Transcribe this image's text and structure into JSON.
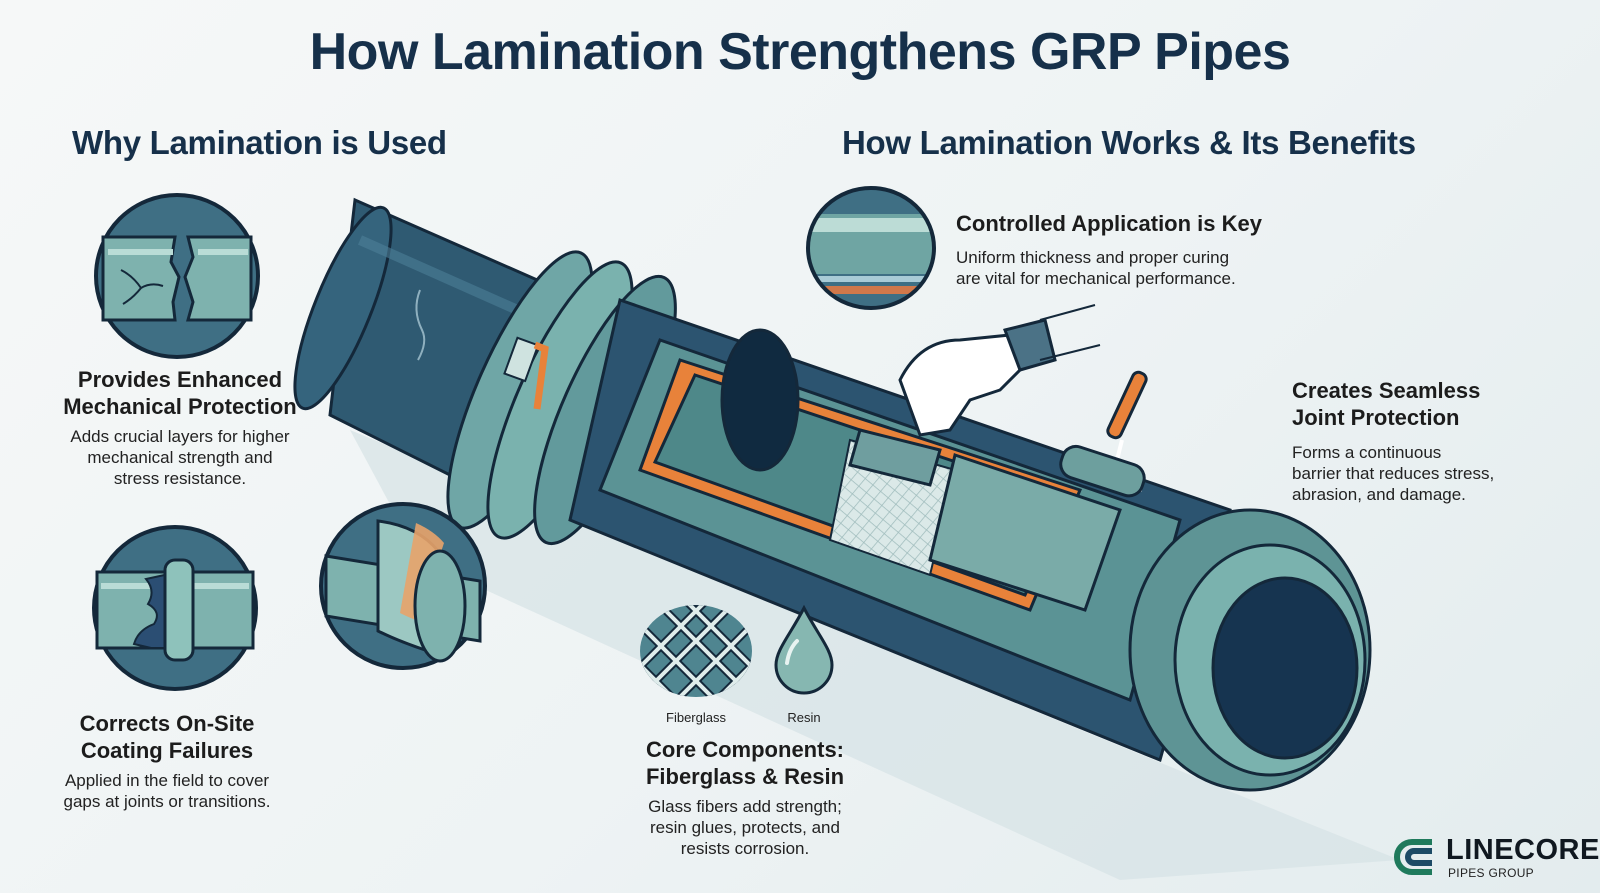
{
  "title": "How Lamination Strengthens GRP Pipes",
  "left_section": {
    "heading": "Why Lamination is Used",
    "items": [
      {
        "icon": "cracked-pipe-icon",
        "title_line1": "Provides Enhanced",
        "title_line2": "Mechanical Protection",
        "desc_line1": "Adds crucial layers for higher",
        "desc_line2": "mechanical strength and",
        "desc_line3": "stress resistance."
      },
      {
        "icon": "damaged-coating-joint-icon",
        "title_line1": "Corrects On-Site",
        "title_line2": "Coating Failures",
        "desc_line1": "Applied in the field to cover",
        "desc_line2": "gaps at joints or transitions."
      },
      {
        "icon": "wrapped-joint-icon"
      }
    ]
  },
  "right_section": {
    "heading": "How Lamination Works & Its Benefits",
    "controlled": {
      "icon": "layer-cross-section-icon",
      "title": "Controlled Application is Key",
      "desc_line1": "Uniform thickness and proper curing",
      "desc_line2": "are vital for mechanical performance."
    },
    "seamless": {
      "title_line1": "Creates Seamless",
      "title_line2": "Joint Protection",
      "desc_line1": "Forms a continuous",
      "desc_line2": "barrier that reduces stress,",
      "desc_line3": "abrasion, and damage."
    },
    "components": {
      "fiberglass_label": "Fiberglass",
      "resin_label": "Resin",
      "title_line1": "Core Components:",
      "title_line2": "Fiberglass & Resin",
      "desc_line1": "Glass fibers add strength;",
      "desc_line2": "resin glues, protects, and",
      "desc_line3": "resists corrosion."
    }
  },
  "brand": {
    "name": "LINECORE",
    "subtitle": "PIPES GROUP"
  },
  "colors": {
    "navy": "#16304a",
    "pipe_dark": "#2f5a72",
    "pipe_teal": "#5f9a9c",
    "pipe_light": "#9cc8c5",
    "accent_orange": "#e8823a",
    "outline": "#14283a"
  }
}
